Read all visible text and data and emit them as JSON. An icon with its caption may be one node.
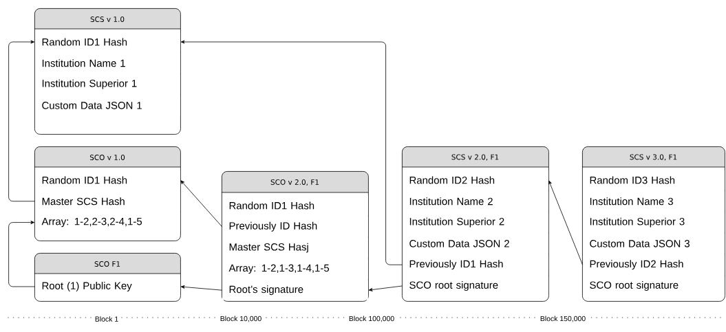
{
  "diagram": {
    "nodes": [
      {
        "text": [
          "SCS v 1.0"
        ]
      },
      {
        "text": [
          "Random ID1 Hash"
        ],
        "in": 0
      },
      {
        "text": [
          "Institution Name 1"
        ],
        "in": 0
      },
      {
        "text": [
          "Institution Superior 1"
        ],
        "in": 0
      },
      {
        "text": [
          "Custom Data JSON 1"
        ],
        "in": 0
      },
      {
        "text": [
          "SCO v 1.0"
        ]
      },
      {
        "text": [
          "Random ID1 Hash"
        ],
        "in": 5
      },
      {
        "text": [
          "Master SCS Hash"
        ],
        "in": 5
      },
      {
        "text": [
          "Array: 1-2,2-3,2-4,1-5"
        ],
        "in": 5
      },
      {
        "text": [
          "SCO F1"
        ]
      },
      {
        "text": [
          "Root (1) Public Key"
        ],
        "in": 9
      },
      {
        "text": [
          "SCO v 2.0, F1"
        ]
      },
      {
        "text": [
          "Random ID1 Hash"
        ],
        "in": 11
      },
      {
        "text": [
          "Previously ID Hash"
        ],
        "in": 11
      },
      {
        "text": [
          "Master SCS Hasj"
        ],
        "in": 11
      },
      {
        "text": [
          "Array: 1-2,1-3,1-4,1-5"
        ],
        "in": 11
      },
      {
        "text": [
          "Root’s signature"
        ],
        "in": 11
      },
      {
        "text": [
          "SCS v 2.0, F1"
        ]
      },
      {
        "text": [
          "Random ID2 Hash"
        ],
        "in": 17
      },
      {
        "text": [
          "Institution Name 2"
        ],
        "in": 17
      },
      {
        "text": [
          "Institution Superior 2"
        ],
        "in": 17
      },
      {
        "text": [
          "Custom Data JSON 2"
        ],
        "in": 17
      },
      {
        "text": [
          "Previously ID1 Hash"
        ],
        "in": 17
      },
      {
        "text": [
          "SCO root signature"
        ],
        "in": 17
      },
      {
        "text": [
          "SCS v 3.0, F1"
        ]
      },
      {
        "text": [
          "Random ID3 Hash"
        ],
        "in": 24
      },
      {
        "text": [
          "Institution Name 3"
        ],
        "in": 24
      },
      {
        "text": [
          "Institution Superior 3"
        ],
        "in": 24
      },
      {
        "text": [
          "Custom Data JSON 3"
        ],
        "in": 24
      },
      {
        "text": [
          "Previously ID2 Hash"
        ],
        "in": 24
      },
      {
        "text": [
          "SCO root signature"
        ],
        "in": 24
      }
    ],
    "edges": [
      {
        "from": 7,
        "to": 1,
        "arrow": "to"
      },
      {
        "from": 10,
        "to": 8,
        "arrow": "to"
      },
      {
        "from": 13,
        "to": 6,
        "arrow": "to"
      },
      {
        "from": 16,
        "to": 10,
        "arrow": "to"
      },
      {
        "from": 22,
        "to": 1,
        "arrow": "to"
      },
      {
        "from": 23,
        "to": 16,
        "arrow": "to"
      },
      {
        "from": 29,
        "to": 18,
        "arrow": "to"
      }
    ],
    "labels": [
      "Block 1",
      "Block 10,000",
      "Block 100,000",
      "Block 150,000"
    ]
  }
}
